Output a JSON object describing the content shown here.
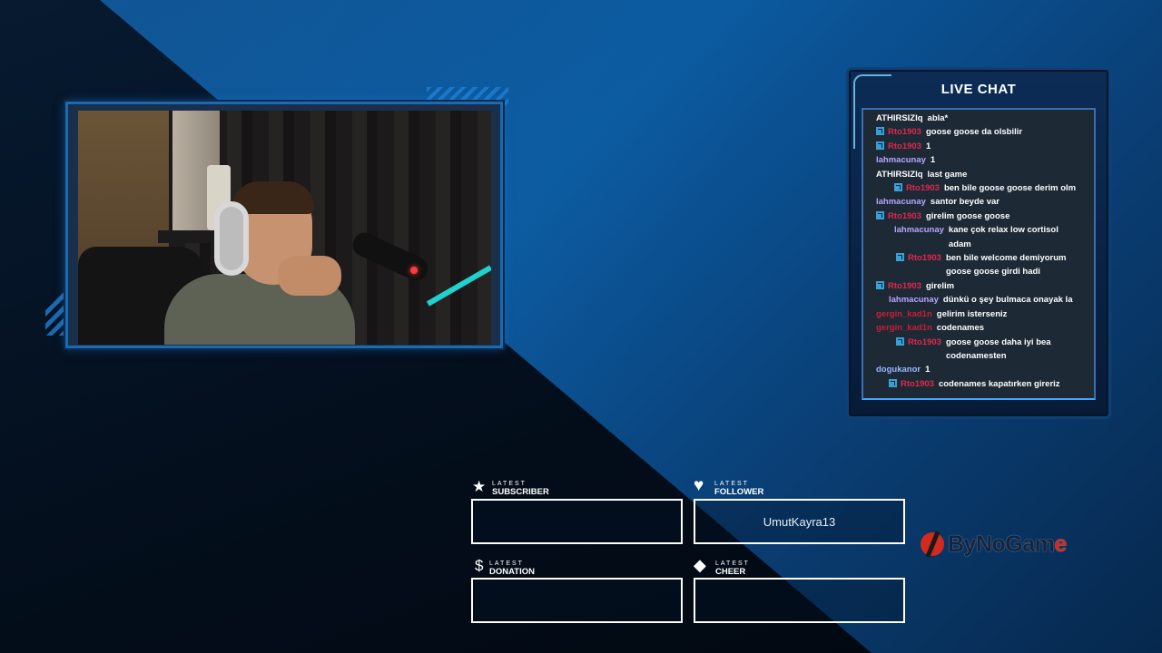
{
  "chat": {
    "title": "LIVE CHAT",
    "messages": [
      {
        "user": "ATHIRSIZlq",
        "text": "abla*",
        "color": "white",
        "badge": false,
        "indent": 0
      },
      {
        "user": "Rto1903",
        "text": "goose goose da olsbilir",
        "color": "red",
        "badge": true,
        "indent": 0
      },
      {
        "user": "Rto1903",
        "text": "1",
        "color": "red",
        "badge": true,
        "indent": 0
      },
      {
        "user": "lahmacunay",
        "text": "1",
        "color": "violet",
        "badge": false,
        "indent": 0
      },
      {
        "user": "ATHIRSIZlq",
        "text": "last game",
        "color": "white",
        "badge": false,
        "indent": 0
      },
      {
        "user": "Rto1903",
        "text": "ben bile goose goose derim olm",
        "color": "red",
        "badge": true,
        "indent": 20
      },
      {
        "user": "lahmacunay",
        "text": "santor beyde var",
        "color": "violet",
        "badge": false,
        "indent": 0
      },
      {
        "user": "Rto1903",
        "text": "girelim goose goose",
        "color": "red",
        "badge": true,
        "indent": 0
      },
      {
        "user": "lahmacunay",
        "text": "kane çok relax low cortisol",
        "text2": "adam",
        "color": "violet",
        "badge": false,
        "indent": 20
      },
      {
        "user": "Rto1903",
        "text": "ben bile welcome demiyorum",
        "text2": "goose goose girdi hadi",
        "color": "red",
        "badge": true,
        "indent": 22
      },
      {
        "user": "Rto1903",
        "text": "girelim",
        "color": "red",
        "badge": true,
        "indent": 0
      },
      {
        "user": "lahmacunay",
        "text": "dünkü o şey bulmaca onayak la",
        "color": "violet",
        "badge": false,
        "indent": 14
      },
      {
        "user": "gergin_kad1n",
        "text": "gelirim isterseniz",
        "color": "crimson",
        "badge": false,
        "indent": 0
      },
      {
        "user": "gergin_kad1n",
        "text": "codenames",
        "color": "crimson",
        "badge": false,
        "indent": 0
      },
      {
        "user": "Rto1903",
        "text": "goose goose daha iyi bea",
        "text2": "codenamesten",
        "color": "red",
        "badge": true,
        "indent": 22
      },
      {
        "user": "dogukanor",
        "text": "1",
        "color": "blue",
        "badge": false,
        "indent": 0
      },
      {
        "user": "Rto1903",
        "text": "codenames kapatırken gireriz",
        "color": "red",
        "badge": true,
        "indent": 14
      }
    ]
  },
  "widgets": {
    "subscriber": {
      "small": "LATEST",
      "big": "SUBSCRIBER",
      "icon": "star-icon",
      "value": ""
    },
    "follower": {
      "small": "LATEST",
      "big": "FOLLOWER",
      "icon": "heart-icon",
      "value": "UmutKayra13"
    },
    "donation": {
      "small": "LATEST",
      "big": "DONATION",
      "icon": "dollar-icon",
      "value": ""
    },
    "cheer": {
      "small": "LATEST",
      "big": "CHEER",
      "icon": "diamond-icon",
      "value": ""
    }
  },
  "logo": {
    "text_main": "ByNoGam",
    "text_accent": "e"
  },
  "colors": {
    "accent_blue": "#1a6ab4",
    "chat_red": "#e0284b",
    "chat_violet": "#b8a6ff",
    "logo_red": "#d32a1e"
  }
}
